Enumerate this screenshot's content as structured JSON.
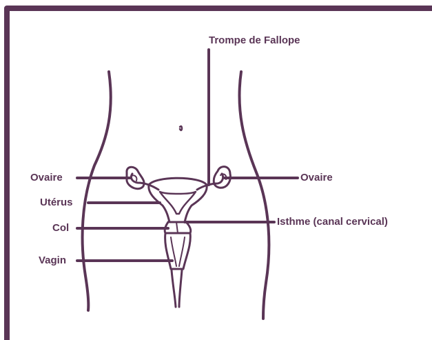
{
  "colors": {
    "ink": "#5a3556",
    "background": "#ffffff"
  },
  "labels": {
    "fallopian_tube": "Trompe de Fallope",
    "ovary_left": "Ovaire",
    "ovary_right": "Ovaire",
    "uterus": "Utérus",
    "isthmus": "Isthme (canal cervical)",
    "cervix": "Col",
    "vagina": "Vagin"
  }
}
